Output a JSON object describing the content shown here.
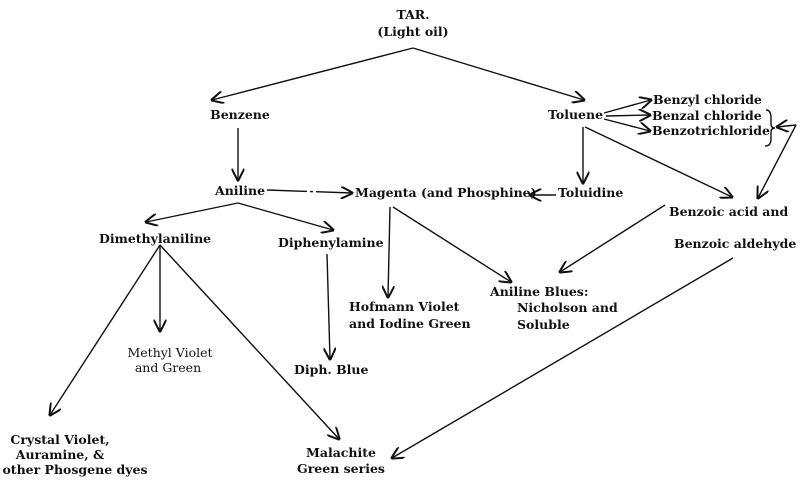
{
  "diagram": {
    "tar": "TAR.",
    "light_oil": "(Light oil)",
    "benzene": "Benzene",
    "toluene": "Toluene",
    "benzyl_chloride": "Benzyl chloride",
    "benzal_chloride": "Benzal chloride",
    "benzotrichloride": "Benzotrichloride",
    "aniline": "Aniline",
    "magenta": "Magenta (and Phosphine)",
    "toluidine": "Toluidine",
    "benzoic_acid": "Benzoic acid and",
    "benzoic_aldehyde": "Benzoic aldehyde",
    "dimethylaniline": "Dimethylaniline",
    "diphenylamine": "Diphenylamine",
    "hofmann_1": "Hofmann Violet",
    "hofmann_2": "and Iodine Green",
    "aniline_blues_1": "Aniline Blues:",
    "aniline_blues_2": "Nicholson and",
    "aniline_blues_3": "Soluble",
    "methyl_1": "Methyl Violet",
    "methyl_2": "and Green",
    "diph_blue": "Diph. Blue",
    "crystal_1": "Crystal Violet,",
    "crystal_2": "Auramine, &",
    "crystal_3": "other Phosgene dyes",
    "malachite_1": "Malachite",
    "malachite_2": "Green series"
  }
}
